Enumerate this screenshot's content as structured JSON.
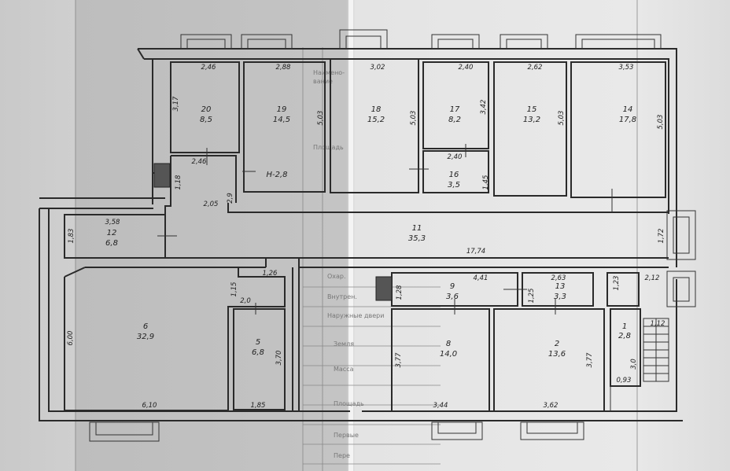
{
  "height_label": "H-2,8",
  "rooms": [
    {
      "num": "20",
      "area": "8,5"
    },
    {
      "num": "19",
      "area": "14,5"
    },
    {
      "num": "18",
      "area": "15,2"
    },
    {
      "num": "17",
      "area": "8,2"
    },
    {
      "num": "15",
      "area": "13,2"
    },
    {
      "num": "14",
      "area": "17,8"
    },
    {
      "num": "16",
      "area": "3,5"
    },
    {
      "num": "12",
      "area": "6,8"
    },
    {
      "num": "11",
      "area": "35,3"
    },
    {
      "num": "6",
      "area": "32,9"
    },
    {
      "num": "5",
      "area": "6,8"
    },
    {
      "num": "9",
      "area": "3,6"
    },
    {
      "num": "13",
      "area": "3,3"
    },
    {
      "num": "8",
      "area": "14,0"
    },
    {
      "num": "2",
      "area": "13,6"
    },
    {
      "num": "1",
      "area": "2,8"
    }
  ],
  "dimensions": [
    "2,46",
    "2,88",
    "3,02",
    "2,40",
    "2,62",
    "3,53",
    "3,17",
    "5,03",
    "5,03",
    "3,42",
    "5,03",
    "5,03",
    "2,46",
    "2,40",
    "1,45",
    "1,18",
    "2,05",
    "2,9",
    "3,58",
    "1,83",
    "17,74",
    "1,72",
    "1,26",
    "1,15",
    "2,0",
    "4,41",
    "1,25",
    "2,63",
    "1,23",
    "2,12",
    "6,00",
    "3,70",
    "1,85",
    "6,10",
    "3,77",
    "3,44",
    "3,62",
    "3,77",
    "3,0",
    "0,93",
    "1,12",
    "1,28"
  ],
  "side_text": [
    "Наимено-",
    "вание",
    "Площадь",
    "Охар.",
    "Внутрен.",
    "Наружные двери",
    "Земля",
    "Масса",
    "Площадь",
    "Первые",
    "Пере"
  ]
}
